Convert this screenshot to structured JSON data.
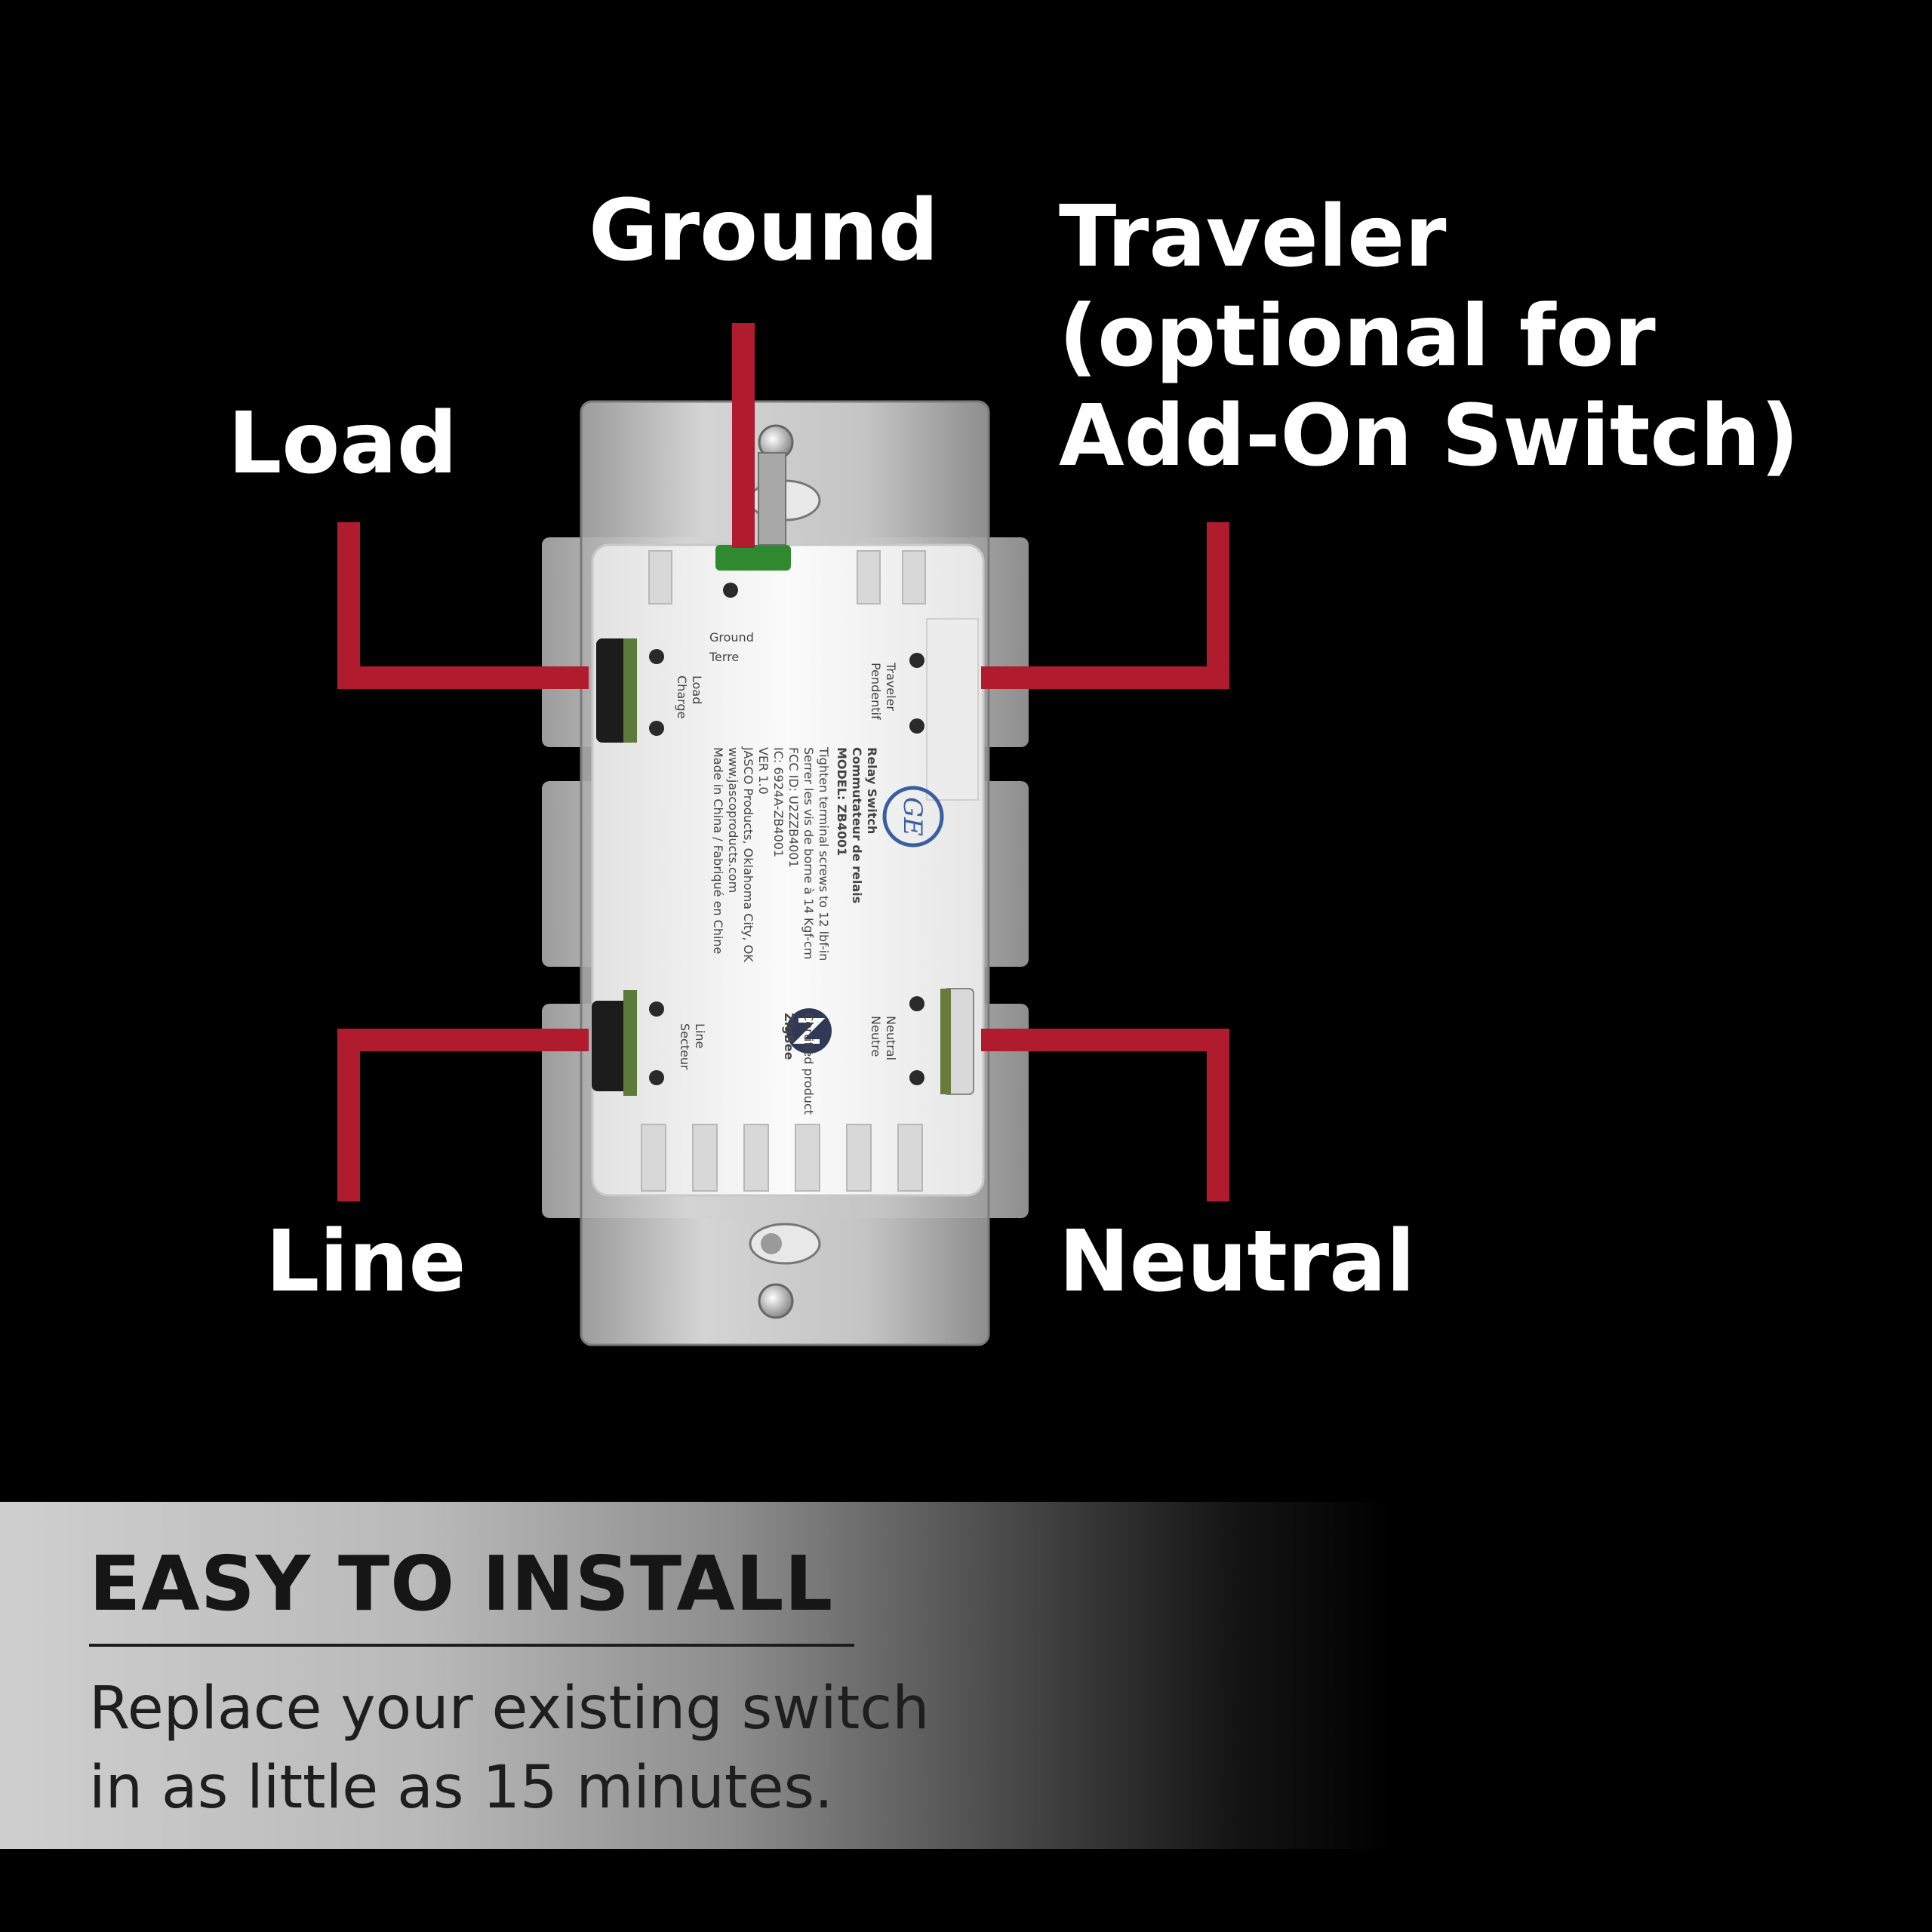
{
  "labels": {
    "ground": "Ground",
    "traveler": "Traveler\n(optional for\nAdd-On Switch)",
    "load": "Load",
    "line": "Line",
    "neutral": "Neutral"
  },
  "device": {
    "brand_mark": "GE",
    "terminal_ground": "Ground",
    "terminal_ground_fr": "Terre",
    "terminal_load": "Load",
    "terminal_load_fr": "Charge",
    "terminal_traveler": "Traveler",
    "terminal_traveler_fr": "Pendentif",
    "terminal_line": "Line",
    "terminal_line_fr": "Secteur",
    "terminal_neutral": "Neutral",
    "terminal_neutral_fr": "Neutre",
    "product_name": "Relay Switch",
    "product_name_fr": "Commutateur de relais",
    "model": "MODEL: ZB4001",
    "spec_lines": [
      "Tighten terminal screws to 12 lbf-in",
      "Serrer les vis de borne à 14 Kgf-cm",
      "FCC ID: U2ZZB4001",
      "IC: 6924A-ZB4001",
      "VER 1.0",
      "JASCO Products, Oklahoma City, OK",
      "www.jascoproducts.com",
      "Made in China / Fabriqué en Chine"
    ],
    "zigbee": "ZigBee",
    "certified": "Certified product"
  },
  "banner": {
    "title": "EASY TO INSTALL",
    "line1": "Replace your existing switch",
    "line2": "in as little as 15 minutes."
  },
  "colors": {
    "background": "#000000",
    "callout": "#b01c2e",
    "label_text": "#ffffff",
    "plate": "#bdbdbd",
    "housing": "#f4f4f4",
    "ground_screw": "#2f8a2f"
  }
}
